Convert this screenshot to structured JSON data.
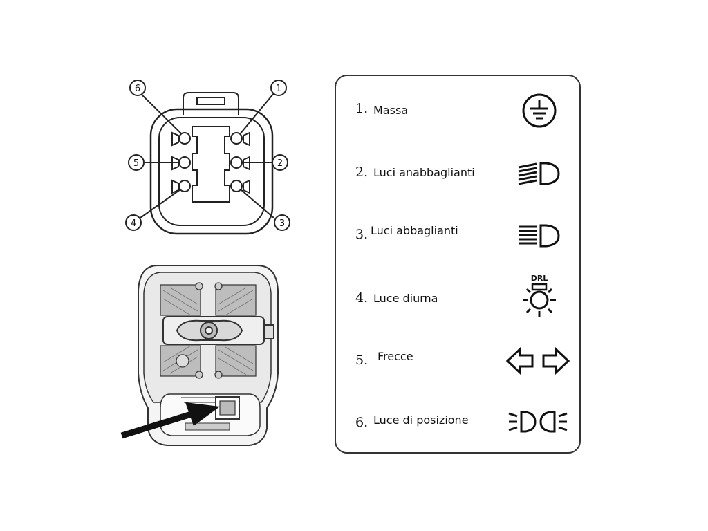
{
  "connector": {
    "pin_labels": [
      "6",
      "1",
      "5",
      "2",
      "4",
      "3"
    ]
  },
  "legend": {
    "items": [
      {
        "number": "1.",
        "label": "Massa",
        "icon": "ground-icon"
      },
      {
        "number": "2.",
        "label": "Luci anabbaglianti",
        "icon": "low-beam-icon"
      },
      {
        "number": "3.",
        "label": "Luci abbaglianti",
        "icon": "high-beam-icon"
      },
      {
        "number": "4.",
        "label": "Luce diurna",
        "icon": "drl-icon",
        "icon_text": "DRL"
      },
      {
        "number": "5.",
        "label": "Frecce",
        "icon": "turn-signal-arrows-icon"
      },
      {
        "number": "6.",
        "label": "Luce di posizione",
        "icon": "position-light-icon"
      }
    ]
  },
  "colors": {
    "line": "#222222",
    "fill_gray": "#bfbfbf",
    "arrow": "#111111"
  }
}
